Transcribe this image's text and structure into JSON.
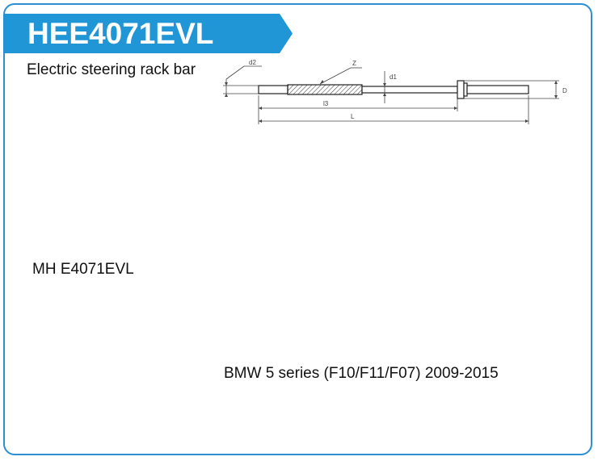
{
  "product": {
    "code": "HEE4071EVL",
    "description": "Electric steering rack bar",
    "alt_code": "MH E4071EVL",
    "vehicle": "BMW 5 series (F10/F11/F07) 2009-2015"
  },
  "diagram": {
    "labels": {
      "d2": "d2",
      "z": "Z",
      "d1": "d1",
      "d": "D",
      "l3": "l3",
      "l": "L"
    }
  },
  "colors": {
    "banner": "#2196d6",
    "border": "#2b8fd0"
  }
}
